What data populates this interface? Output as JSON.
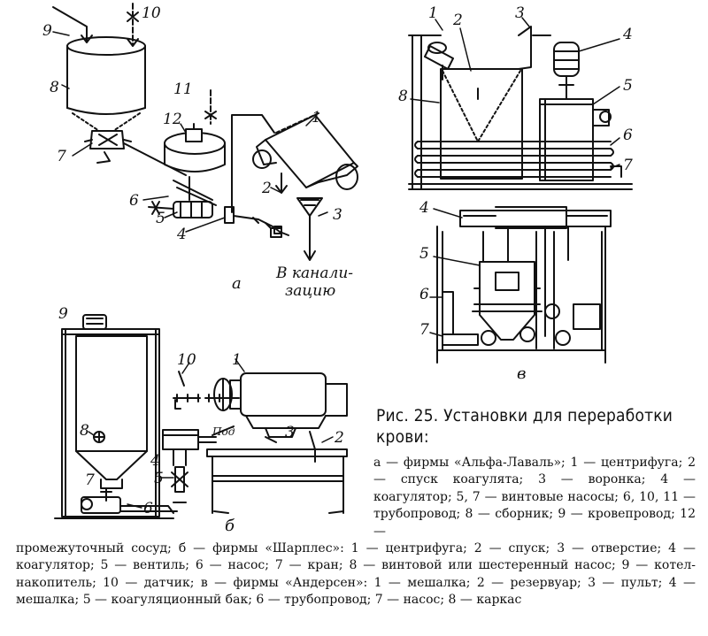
{
  "figure": {
    "caption_title": "Рис. 25. Установки для переработки крови:",
    "legend_top": "а — фирмы «Альфа-Лаваль»; 1 — центрифуга; 2 — спуск коагулята; 3 — воронка; 4 — коагулятор; 5, 7 — винтовые насосы; 6, 10, 11 — трубопровод; 8 — сборник; 9 — кровепровод; 12 —",
    "legend_bottom": "промежуточный сосуд; б — фирмы «Шарплес»: 1 — центрифуга; 2 — спуск; 3 — отверстие; 4 — коагулятор; 5 — вентиль; 6 — насос; 7 — кран; 8 — винтовой или шестеренный насос; 9 — котел-накопитель; 10 — датчик; в — фирмы «Андерсен»: 1 — мешалка; 2 — резервуар; 3 — пульт; 4 — мешалка; 5 — коагуляционный бак; 6 — трубопровод; 7 — насос; 8 — каркас"
  },
  "diagram_a": {
    "sublabel": "а",
    "drain_text_1": "В канали-",
    "drain_text_2": "зацию",
    "labels": [
      "9",
      "10",
      "8",
      "11",
      "12",
      "1",
      "7",
      "2",
      "6",
      "5",
      "4",
      "3"
    ]
  },
  "diagram_b": {
    "sublabel": "б",
    "labels": [
      "9",
      "10",
      "1",
      "8",
      "3",
      "4",
      "2",
      "7",
      "5",
      "6"
    ],
    "pod_text": "Под"
  },
  "diagram_v": {
    "sublabel": "в",
    "labels": [
      "1",
      "2",
      "3",
      "4",
      "8",
      "5",
      "6",
      "7",
      "4",
      "5",
      "6",
      "7"
    ]
  }
}
